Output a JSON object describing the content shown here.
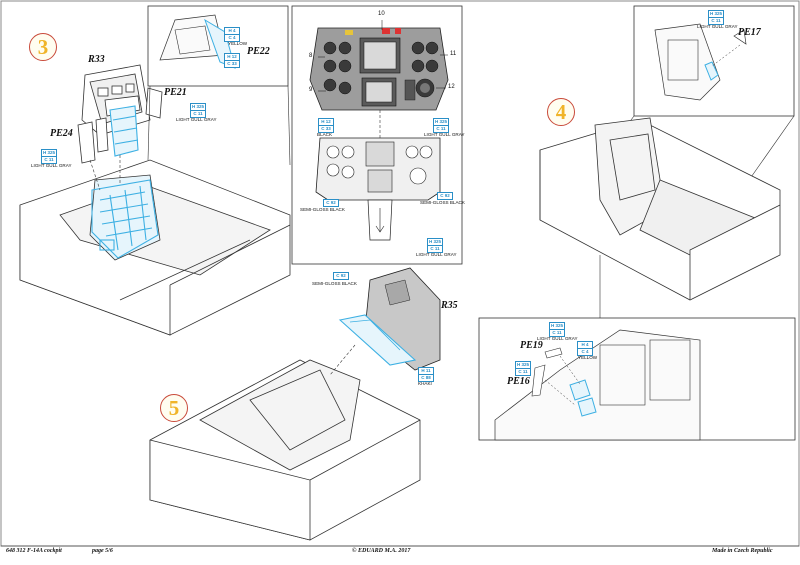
{
  "steps": [
    "3",
    "4",
    "5"
  ],
  "parts": {
    "r33": "R33",
    "pe21": "PE21",
    "pe24": "PE24",
    "pe22": "PE22",
    "pe17": "PE17",
    "r35": "R35",
    "pe19": "PE19",
    "pe16": "PE16"
  },
  "paints": {
    "light_gull_gray": "LIGHT GULL GRAY",
    "yellow": "YELLOW",
    "black": "BLACK",
    "semi_gloss_black": "SEMI-GLOSS BLACK",
    "khaki": "KHAKI"
  },
  "codes": {
    "c11": "C 11",
    "c4": "C 4",
    "c33": "C 33",
    "c92": "C 92",
    "c88": "C 88",
    "h4": "H 4",
    "h12": "H 12",
    "h11": "H 11",
    "h325": "H 325"
  },
  "callouts": [
    "10",
    "8",
    "11",
    "9",
    "12"
  ],
  "footer": {
    "product": "648 312  F-14A cockpit",
    "page": "page 5/6",
    "copyright": "© EDUARD  M.A. 2017",
    "made": "Made in Czech Republic"
  },
  "colors": {
    "etch_blue": "#3db0e3",
    "chip_blue": "#2a8fc7",
    "step_number": "#f0b429",
    "step_ring": "#c94a3a",
    "panel_grey": "#c8c8c8"
  }
}
